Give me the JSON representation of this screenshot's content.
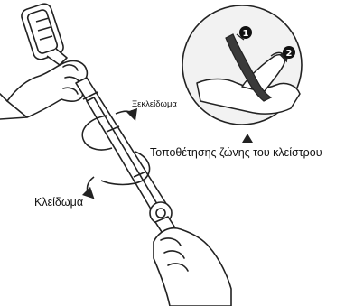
{
  "labels": {
    "unlock": "Ξεκλείδωμα",
    "strap_placement": "Τοποθέτησης ζώνης του κλείστρου",
    "lock": "Κλείδωμα"
  },
  "steps": {
    "step_one": "1",
    "step_two": "2"
  },
  "colors": {
    "line": "#222222",
    "inset_fill": "#f2f2f2",
    "strap_fill": "#3a3a3a",
    "hand_fill": "#ffffff"
  },
  "icons": {
    "pointer": "triangle-up-icon",
    "unlock_arrow": "rotate-arrow-icon",
    "lock_arrow": "rotate-arrow-icon"
  }
}
